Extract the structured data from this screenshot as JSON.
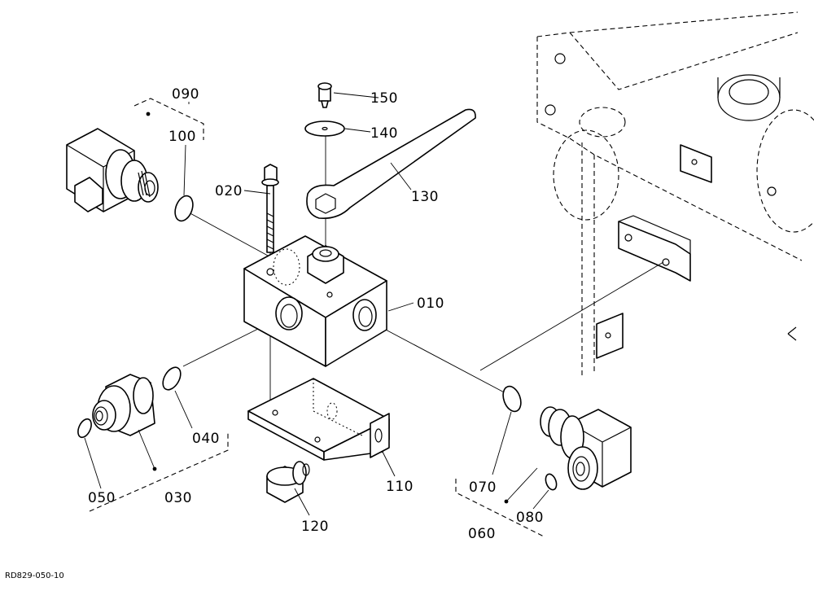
{
  "drawing": {
    "reference": "RD829-050-10",
    "callouts": {
      "p010": "010",
      "p020": "020",
      "p030": "030",
      "p040": "040",
      "p050": "050",
      "p060": "060",
      "p070": "070",
      "p080": "080",
      "p090": "090",
      "p100": "100",
      "p110": "110",
      "p120": "120",
      "p130": "130",
      "p140": "140",
      "p150": "150"
    }
  }
}
